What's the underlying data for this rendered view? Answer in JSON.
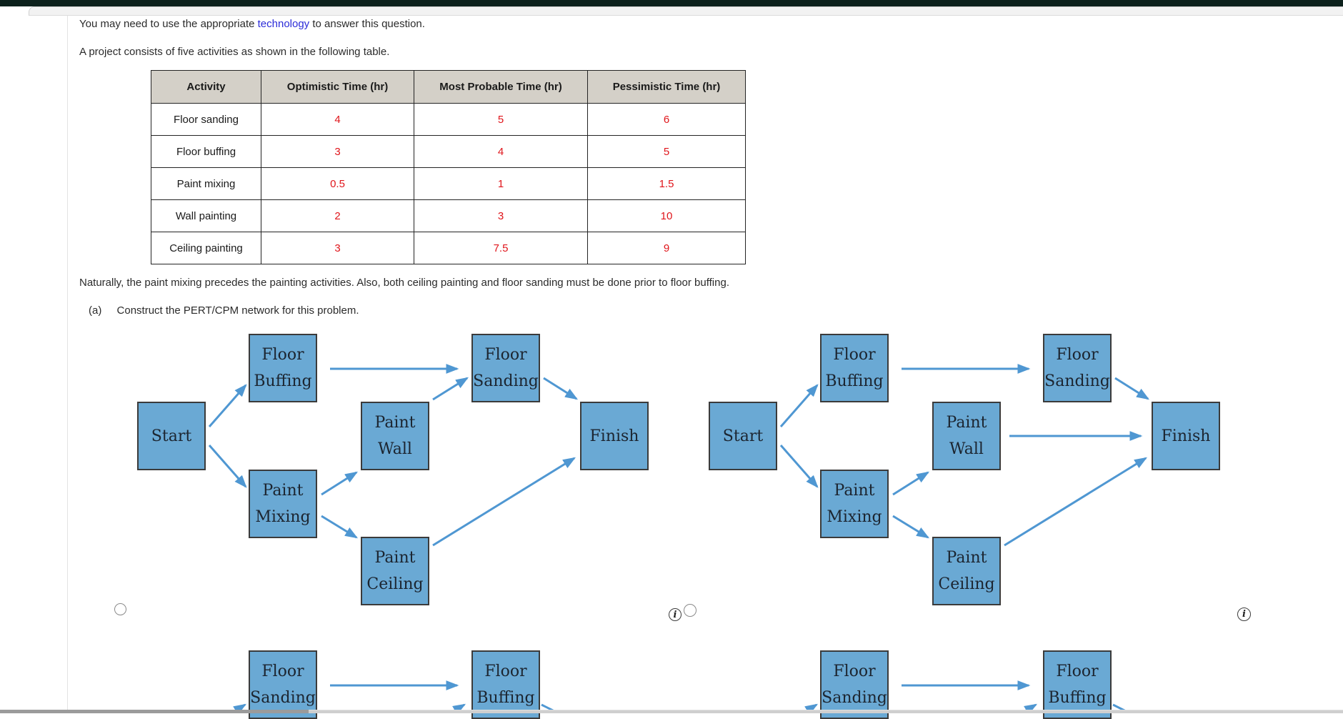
{
  "intro": {
    "pre": "You may need to use the appropriate ",
    "link": "technology",
    "post": " to answer this question."
  },
  "project_line": "A project consists of five activities as shown in the following table.",
  "table": {
    "headers": [
      "Activity",
      "Optimistic Time (hr)",
      "Most Probable Time (hr)",
      "Pessimistic Time (hr)"
    ],
    "rows": [
      [
        "Floor sanding",
        "4",
        "5",
        "6"
      ],
      [
        "Floor buffing",
        "3",
        "4",
        "5"
      ],
      [
        "Paint mixing",
        "0.5",
        "1",
        "1.5"
      ],
      [
        "Wall painting",
        "2",
        "3",
        "10"
      ],
      [
        "Ceiling painting",
        "3",
        "7.5",
        "9"
      ]
    ]
  },
  "note": "Naturally, the paint mixing precedes the painting activities. Also, both ceiling painting and floor sanding must be done prior to floor buffing.",
  "part_a": {
    "label": "(a)",
    "text": "Construct the PERT/CPM network for this problem."
  },
  "labels": {
    "start": "Start",
    "finish": "Finish",
    "floor": "Floor",
    "buffing": "Buffing",
    "sanding": "Sanding",
    "paint": "Paint",
    "wall": "Wall",
    "mixing": "Mixing",
    "ceiling": "Ceiling"
  },
  "icons": {
    "info": "i"
  },
  "colors": {
    "topbar": "#0c211c",
    "node_fill": "#6aa9d4",
    "node_border": "#3b3b3b",
    "arrow": "#4f97d2",
    "value_red": "#e0151b",
    "link_blue": "#2b2bd8",
    "table_header_bg": "#d4d0c8"
  }
}
